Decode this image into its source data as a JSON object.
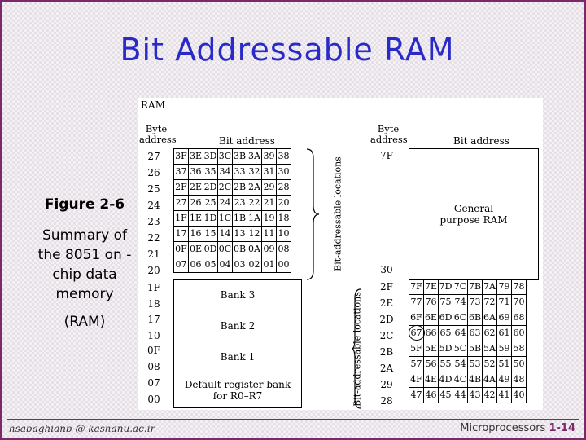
{
  "slide": {
    "title": "Bit Addressable RAM",
    "figure_label": "Figure 2-6",
    "summary": "Summary of the 8051 on -chip data memory",
    "ram_note": "(RAM)",
    "footer_left": "hsabaghianb @ kashanu.ac.ir",
    "footer_course": "Microprocessors",
    "footer_page": "1-14"
  },
  "figure": {
    "ram_label": "RAM",
    "left": {
      "byte_address_label": "Byte address",
      "bit_address_label": "Bit address",
      "side_label": "Bit-addressable locations",
      "rows": [
        {
          "addr": "27",
          "bits": [
            "3F",
            "3E",
            "3D",
            "3C",
            "3B",
            "3A",
            "39",
            "38"
          ]
        },
        {
          "addr": "26",
          "bits": [
            "37",
            "36",
            "35",
            "34",
            "33",
            "32",
            "31",
            "30"
          ]
        },
        {
          "addr": "25",
          "bits": [
            "2F",
            "2E",
            "2D",
            "2C",
            "2B",
            "2A",
            "29",
            "28"
          ]
        },
        {
          "addr": "24",
          "bits": [
            "27",
            "26",
            "25",
            "24",
            "23",
            "22",
            "21",
            "20"
          ]
        },
        {
          "addr": "23",
          "bits": [
            "1F",
            "1E",
            "1D",
            "1C",
            "1B",
            "1A",
            "19",
            "18"
          ]
        },
        {
          "addr": "22",
          "bits": [
            "17",
            "16",
            "15",
            "14",
            "13",
            "12",
            "11",
            "10"
          ]
        },
        {
          "addr": "21",
          "bits": [
            "0F",
            "0E",
            "0D",
            "0C",
            "0B",
            "0A",
            "09",
            "08"
          ]
        },
        {
          "addr": "20",
          "bits": [
            "07",
            "06",
            "05",
            "04",
            "03",
            "02",
            "01",
            "00"
          ]
        }
      ],
      "bank_addrs": [
        "1F",
        "18",
        "17",
        "10",
        "0F",
        "08",
        "07",
        "00"
      ],
      "banks": [
        "Bank 3",
        "Bank 2",
        "Bank 1",
        "Default register bank for R0–R7"
      ]
    },
    "right": {
      "byte_address_label": "Byte address",
      "bit_address_label": "Bit address",
      "top_addr": "7F",
      "general_purpose": "General purpose RAM",
      "mid_addr": "30",
      "side_label": "Bit-addressable locations",
      "rows": [
        {
          "addr": "2F",
          "bits": [
            "7F",
            "7E",
            "7D",
            "7C",
            "7B",
            "7A",
            "79",
            "78"
          ]
        },
        {
          "addr": "2E",
          "bits": [
            "77",
            "76",
            "75",
            "74",
            "73",
            "72",
            "71",
            "70"
          ]
        },
        {
          "addr": "2D",
          "bits": [
            "6F",
            "6E",
            "6D",
            "6C",
            "6B",
            "6A",
            "69",
            "68"
          ]
        },
        {
          "addr": "2C",
          "bits": [
            "67",
            "66",
            "65",
            "64",
            "63",
            "62",
            "61",
            "60"
          ]
        },
        {
          "addr": "2B",
          "bits": [
            "5F",
            "5E",
            "5D",
            "5C",
            "5B",
            "5A",
            "59",
            "58"
          ]
        },
        {
          "addr": "2A",
          "bits": [
            "57",
            "56",
            "55",
            "54",
            "53",
            "52",
            "51",
            "50"
          ]
        },
        {
          "addr": "29",
          "bits": [
            "4F",
            "4E",
            "4D",
            "4C",
            "4B",
            "4A",
            "49",
            "48"
          ]
        },
        {
          "addr": "28",
          "bits": [
            "47",
            "46",
            "45",
            "44",
            "43",
            "42",
            "41",
            "40"
          ]
        }
      ]
    }
  }
}
